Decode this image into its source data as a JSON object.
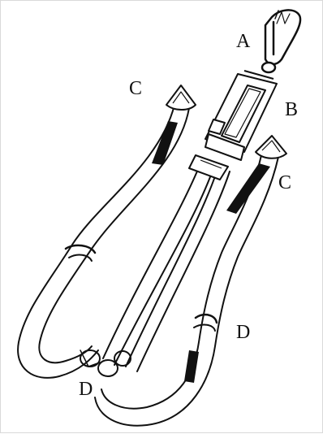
{
  "diagram": {
    "labels": {
      "a": "A",
      "b": "B",
      "c_left": "C",
      "c_right": "C",
      "d_right": "D",
      "d_bottom": "D"
    },
    "colors": {
      "stroke": "#111111",
      "webbing_fill": "#ffffff",
      "webbing_dark": "#111111",
      "background": "#ffffff"
    },
    "parts": [
      "carabiner",
      "shock-absorber",
      "rebar-hook-left",
      "rebar-hook-right",
      "webbing-loop-left",
      "webbing-loop-right",
      "strap-keeper"
    ]
  }
}
